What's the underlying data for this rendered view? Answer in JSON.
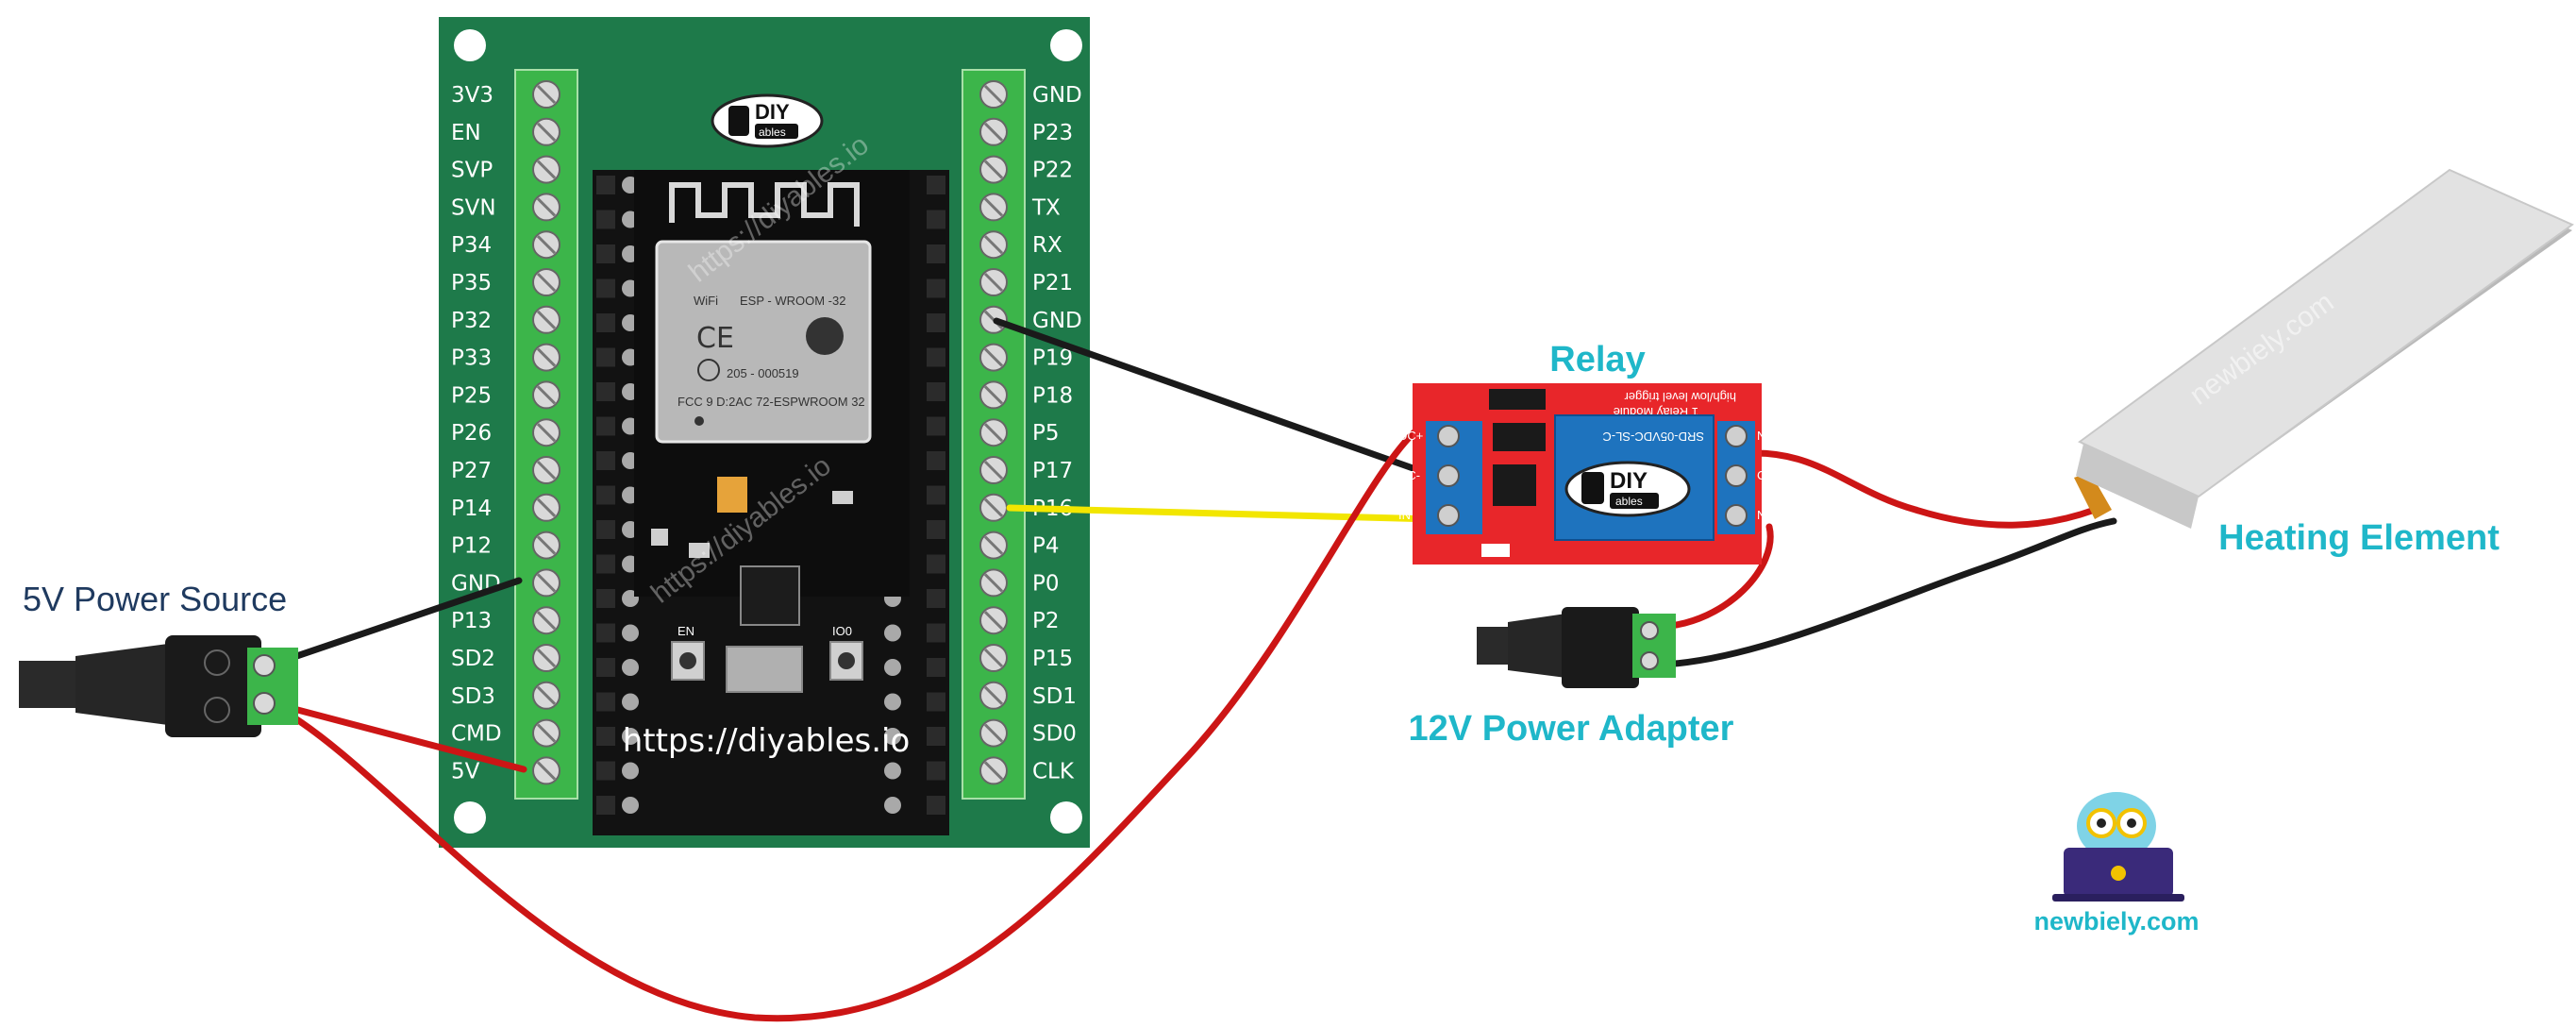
{
  "board": {
    "left_pins": [
      "3V3",
      "EN",
      "SVP",
      "SVN",
      "P34",
      "P35",
      "P32",
      "P33",
      "P25",
      "P26",
      "P27",
      "P14",
      "P12",
      "GND",
      "P13",
      "SD2",
      "SD3",
      "CMD",
      "5V"
    ],
    "right_pins": [
      "GND",
      "P23",
      "P22",
      "TX",
      "RX",
      "P21",
      "GND",
      "P19",
      "P18",
      "P5",
      "P17",
      "P16",
      "P4",
      "P0",
      "P2",
      "P15",
      "SD1",
      "SD0",
      "CLK"
    ],
    "url": "https://diyables.io",
    "logo_top": "DIY",
    "logo_bottom": "ables",
    "module_name": "ESP - WROOM -32",
    "module_cert": "205 - 000519",
    "module_fcc": "FCC 9 D:2AC 72-ESPWROOM 32",
    "wifi_text": "WiFi",
    "button_en": "EN",
    "button_io0": "IO0",
    "watermark": "https://diyables.io"
  },
  "relay": {
    "title": "Relay",
    "logo_top": "DIY",
    "logo_bottom": "ables",
    "silk": "1 Relay Module",
    "silk2": "high/low level trigger",
    "relay_text": "SRD-05VDC-SL-C",
    "pins_in": [
      "DC+",
      "DC-",
      "IN"
    ],
    "pins_out": [
      "NO",
      "COM",
      "NC"
    ]
  },
  "captions": {
    "power5v": "5V Power Source",
    "adapter12v": "12V Power Adapter",
    "heating": "Heating Element",
    "newbiely": "newbiely.com",
    "heating_watermark": "newbiely.com"
  },
  "colors": {
    "board_green": "#1e7a4a",
    "terminal_green": "#3cb54a",
    "relay_red": "#e8262a",
    "relay_blue": "#1e73be",
    "caption_cyan": "#1fb7c9",
    "wire_black": "#1a1a1a",
    "wire_red": "#cc1515",
    "wire_yellow": "#f2e600"
  }
}
